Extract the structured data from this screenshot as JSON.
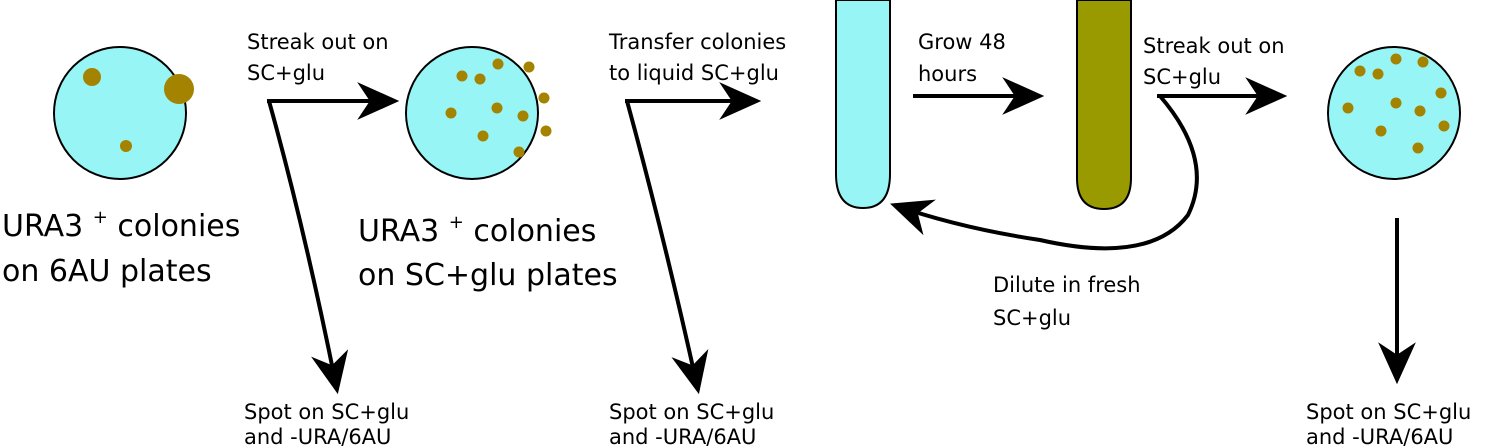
{
  "colors": {
    "plate_fill": "#98f5f5",
    "colony": "#a38300",
    "tube_liquid": "#98f5f5",
    "tube_grown": "#999900",
    "stroke": "#000000"
  },
  "plates": [
    {
      "name": "URA3+ colonies on 6AU plates",
      "caption": [
        "URA3",
        "+",
        " colonies",
        "on 6AU plates"
      ]
    },
    {
      "name": "URA3+ colonies on SC+glu plates",
      "caption": [
        "URA3",
        "+",
        " colonies",
        "on SC+glu plates"
      ]
    },
    {
      "name": "final SC+glu plate",
      "caption": []
    }
  ],
  "steps": {
    "streak1": [
      "Streak out on",
      "SC+glu"
    ],
    "transfer": [
      "Transfer colonies",
      "to liquid SC+glu"
    ],
    "grow": [
      "Grow 48",
      "hours"
    ],
    "streak2": [
      "Streak out on",
      "SC+glu"
    ],
    "dilute": [
      "Dilute in fresh",
      "SC+glu"
    ]
  },
  "spots": [
    [
      "Spot on SC+glu",
      "and -URA/6AU"
    ],
    [
      "Spot on SC+glu",
      "and -URA/6AU"
    ],
    [
      "Spot on SC+glu",
      "and -URA/6AU"
    ]
  ]
}
